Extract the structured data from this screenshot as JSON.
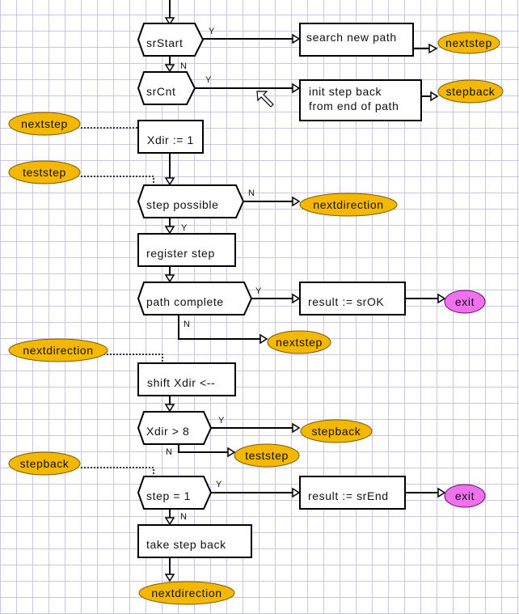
{
  "diagram": {
    "type": "flowchart",
    "colors": {
      "grid": "#c8c6e6",
      "label_oval": "#f5b800",
      "exit_oval": "#f070f0",
      "stroke": "#000000"
    },
    "decisions": [
      {
        "id": "d_srstart",
        "text": "srStart",
        "yes": "search new path",
        "no": "srCnt"
      },
      {
        "id": "d_srcnt",
        "text": "srCnt",
        "yes": "init step back from end of path",
        "no": "Xdir := 1"
      },
      {
        "id": "d_steppossible",
        "text": "step possible",
        "yes": "register step",
        "no": "nextdirection"
      },
      {
        "id": "d_pathcomplete",
        "text": "path complete",
        "yes": "result := srOK",
        "no": "nextstep"
      },
      {
        "id": "d_xdir",
        "text": "Xdir > 8",
        "yes": "stepback",
        "no": "teststep"
      },
      {
        "id": "d_step1",
        "text": "step = 1",
        "yes": "result := srEnd",
        "no": "take step back"
      }
    ],
    "processes": [
      {
        "id": "p_search",
        "lines": [
          "search new path"
        ]
      },
      {
        "id": "p_init",
        "lines": [
          "init step back",
          "from end of path"
        ]
      },
      {
        "id": "p_xdir",
        "lines": [
          "Xdir := 1"
        ]
      },
      {
        "id": "p_register",
        "lines": [
          "register step"
        ]
      },
      {
        "id": "p_srok",
        "lines": [
          "result := srOK"
        ]
      },
      {
        "id": "p_shift",
        "lines": [
          "shift Xdir <--"
        ]
      },
      {
        "id": "p_srend",
        "lines": [
          "result := srEnd"
        ]
      },
      {
        "id": "p_takeback",
        "lines": [
          "take step back"
        ]
      }
    ],
    "labels": {
      "yes": "Y",
      "no": "N",
      "nextstep": "nextstep",
      "stepback": "stepback",
      "teststep": "teststep",
      "nextdirection": "nextdirection",
      "exit": "exit"
    }
  }
}
